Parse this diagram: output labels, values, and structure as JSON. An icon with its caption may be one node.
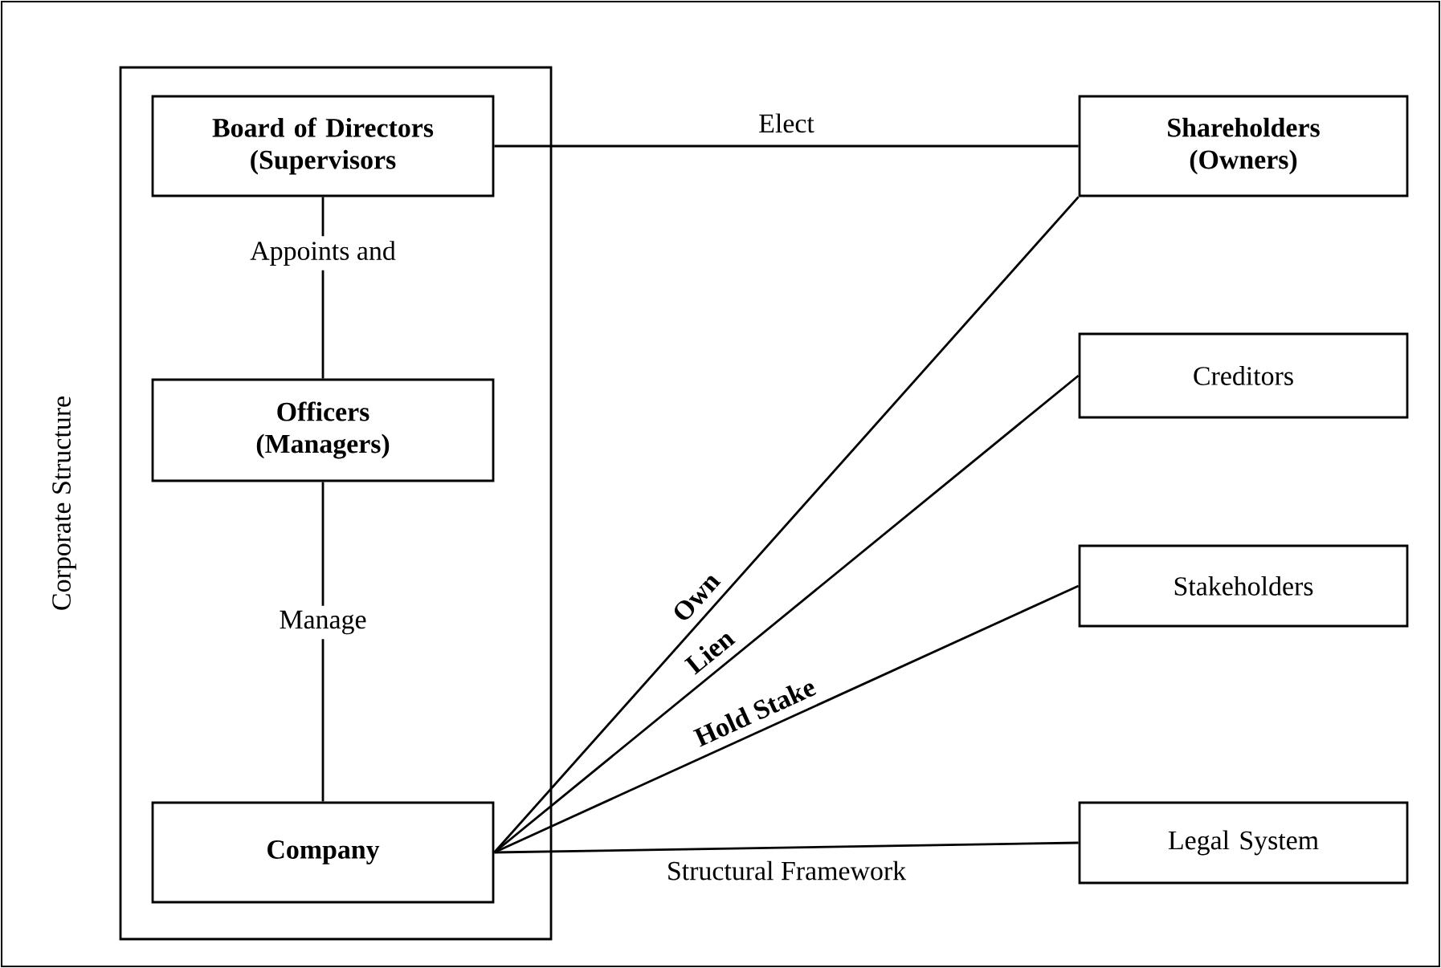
{
  "diagram": {
    "nodes": [
      {
        "text": [
          "Corporate Structure"
        ]
      },
      {
        "text": [
          "Board of Directors (Supervisors"
        ],
        "in": 0
      },
      {
        "text": [
          "Officers (Managers)"
        ],
        "in": 0
      },
      {
        "text": [
          "Company"
        ],
        "in": 0
      },
      {
        "text": [
          "Shareholders (Owners)"
        ]
      },
      {
        "text": [
          "Creditors"
        ]
      },
      {
        "text": [
          "Stakeholders"
        ]
      },
      {
        "text": [
          "Legal System"
        ]
      }
    ],
    "edges": [
      {
        "from": 1,
        "to": 4,
        "arrow": "none",
        "label": "Elect"
      },
      {
        "from": 1,
        "to": 2,
        "arrow": "none",
        "label": "Appoints and"
      },
      {
        "from": 2,
        "to": 3,
        "arrow": "none",
        "label": "Manage"
      },
      {
        "from": 3,
        "to": 4,
        "arrow": "none",
        "label": "Own"
      },
      {
        "from": 3,
        "to": 5,
        "arrow": "none",
        "label": "Lien"
      },
      {
        "from": 3,
        "to": 6,
        "arrow": "none",
        "label": "Hold Stake"
      },
      {
        "from": 3,
        "to": 7,
        "arrow": "none",
        "label": "Structural Framework"
      }
    ]
  }
}
